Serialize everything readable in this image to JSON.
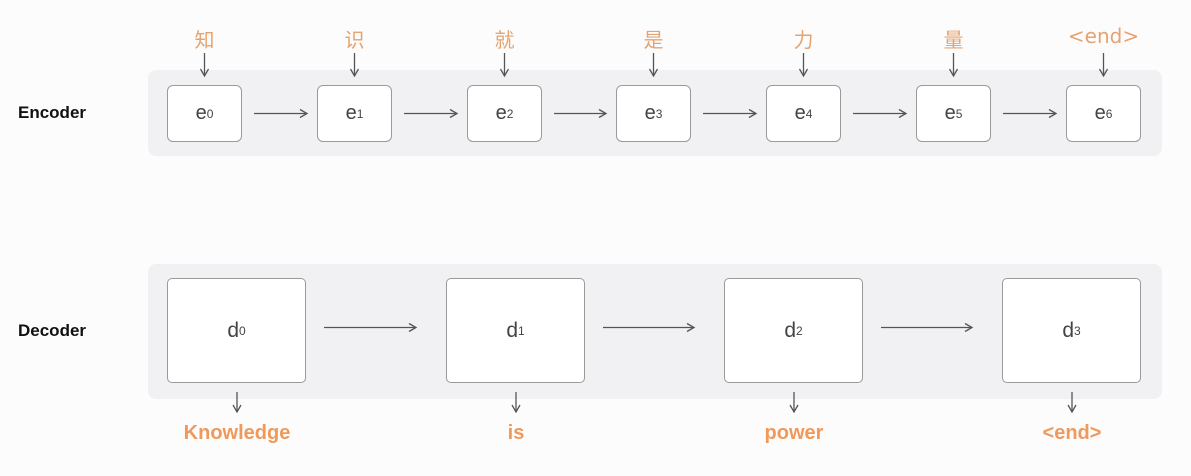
{
  "encoder": {
    "label": "Encoder",
    "inputs": [
      "知",
      "识",
      "就",
      "是",
      "力",
      "量",
      "<end>"
    ],
    "states": [
      {
        "base": "e",
        "sub": "0"
      },
      {
        "base": "e",
        "sub": "1"
      },
      {
        "base": "e",
        "sub": "2"
      },
      {
        "base": "e",
        "sub": "3"
      },
      {
        "base": "e",
        "sub": "4"
      },
      {
        "base": "e",
        "sub": "5"
      },
      {
        "base": "e",
        "sub": "6"
      }
    ]
  },
  "decoder": {
    "label": "Decoder",
    "states": [
      {
        "base": "d",
        "sub": "0"
      },
      {
        "base": "d",
        "sub": "1"
      },
      {
        "base": "d",
        "sub": "2"
      },
      {
        "base": "d",
        "sub": "3"
      }
    ],
    "outputs": [
      "Knowledge",
      "is",
      "power",
      "<end>"
    ]
  },
  "colors": {
    "input_token": "#e5a36f",
    "output_token": "#f0995a",
    "panel": "#f1f1f4",
    "box_border": "#9a9a9a",
    "arrow": "#555555"
  }
}
